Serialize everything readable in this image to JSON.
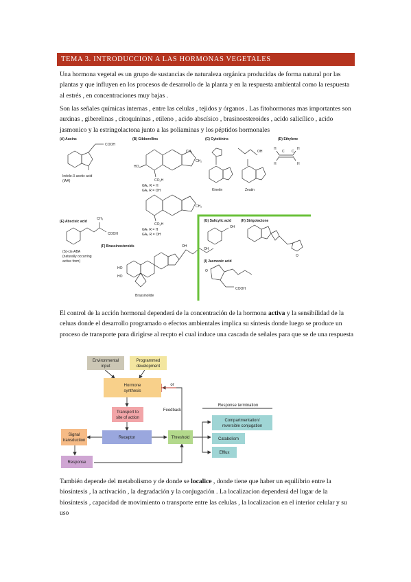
{
  "title": "TEMA 3. INTRODUCCION A LAS HORMONAS VEGETALES",
  "paragraphs": {
    "p1": "Una hormona vegetal es un grupo de sustancias de naturaleza orgánica producidas de forma natural por las plantas y que influyen en los procesos de desarrollo de la planta y en la respuesta ambiental como la respuesta al estrés , en concentraciones muy bajas .",
    "p2": "Son las señales químicas internas , entre las celulas , tejidos y órganos . Las fitohormonas mas importantes son auxinas , giberelinas , citoquininas , etileno , acido abscísico , brasinoesteroides , acido salicílico , acido  jasmonico y la estringolactona  junto  a las poliaminas y los péptidos hormonales",
    "p3_a": "El control de la acción hormonal dependerá de la concentración de la hormona ",
    "p3_bold": "activa",
    "p3_b": " y la sensibilidad de la celuas donde el desarrollo programado o efectos ambientales implica su síntesis donde luego se produce un proceso de transporte para dirigirse al recpto el cual induce  una cascada de señales para que se de una respuesta",
    "p4_a": "También depende del metabolismo y de donde se ",
    "p4_bold": "localice",
    "p4_b": " , donde  tiene que haber un equilibrio entre la biosíntesis , la activación , la degradación y la conjugación . La localizacion dependerá del lugar de la biosíntesis , capacidad de movimiento o transporte entre las celulas , la localizacion en el interior celular y su uso"
  },
  "hormones_figure": {
    "panels": {
      "a": "(A)  Auxins",
      "b": "(B)  Gibberellins",
      "c": "(C)  Cytokinins",
      "d": "(D)  Ethylene",
      "e": "(E)  Abscisic acid",
      "f": "(F)  Brassinosteroids",
      "g": "(G)  Salicylic acid",
      "h": "(H)  Strigolactone",
      "i": "(I)  Jasmonic acid"
    },
    "labels": {
      "iaa1": "Indole-3-acetic acid",
      "iaa2": "(IAA)",
      "ga4": "GA₄  R = H",
      "ga1": "GA₁  R = OH",
      "ga7": "GA₇  R = H",
      "ga3": "GA₃  R = OH",
      "kinetin": "Kinetin",
      "zeatin": "Zeatin",
      "aba1": "(S)-cis-ABA",
      "aba2": "(naturally occurring",
      "aba3": "active form)",
      "brassinolide": "Brassinolide",
      "cooh": "COOH",
      "oh": "OH",
      "ho": "HO",
      "co2h": "CO₂H",
      "ch3": "CH₃",
      "ch2": "CH₂",
      "r": "R",
      "o": "O",
      "h": "H",
      "c": "C"
    },
    "accent_color": "#6ac13a"
  },
  "flow_diagram": {
    "nodes": {
      "env": [
        "Environmental",
        "input"
      ],
      "prog": [
        "Programmed",
        "development"
      ],
      "synth": [
        "Hormone",
        "synthesis"
      ],
      "transport": [
        "Transport to",
        "site of action"
      ],
      "receptor": "Receptor",
      "threshold": "Threshold",
      "signal": [
        "Signal",
        "transduction"
      ],
      "response": "Response",
      "compart": [
        "Compartmentation/",
        "reversible conjugation"
      ],
      "catabolism": "Catabolism",
      "efflux": "Efflux"
    },
    "edge_labels": {
      "or": "or",
      "feedback": "Feedback",
      "termination": "Response termination"
    }
  }
}
